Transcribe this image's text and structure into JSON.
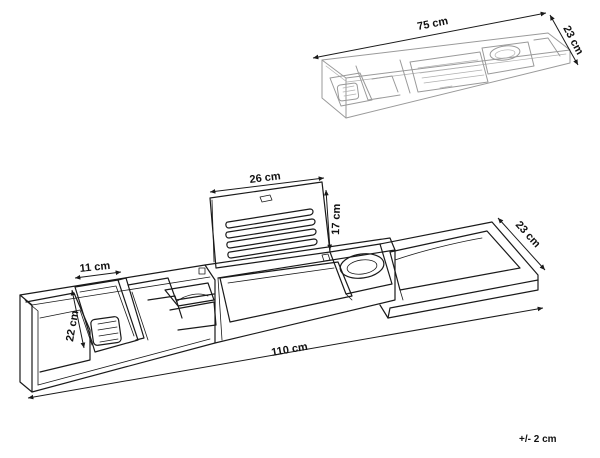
{
  "dimensions": {
    "small_width": "75 cm",
    "small_depth": "23 cm",
    "tray_width": "26 cm",
    "tray_height": "17 cm",
    "depth": "23 cm",
    "compartment_width": "11 cm",
    "compartment_depth": "22 cm",
    "length": "110 cm"
  },
  "tolerance": "+/- 2 cm"
}
